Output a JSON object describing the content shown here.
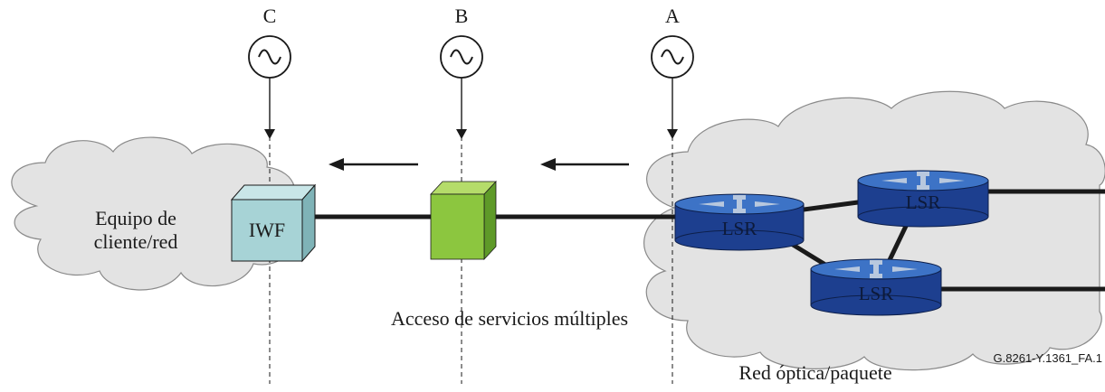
{
  "reference_points": [
    {
      "label": "C"
    },
    {
      "label": "B"
    },
    {
      "label": "A"
    }
  ],
  "client_cloud": {
    "line1": "Equipo de",
    "line2": "cliente/red"
  },
  "iwf": {
    "label": "IWF"
  },
  "msa": {
    "caption": "Acceso de servicios múltiples"
  },
  "network_cloud": {
    "caption": "Red óptica/paquete"
  },
  "routers": [
    {
      "label": "LSR"
    },
    {
      "label": "LSR"
    },
    {
      "label": "LSR"
    }
  ],
  "figure_id": "G.8261-Y.1361_FA.1",
  "colors": {
    "cloud_fill": "#e3e3e3",
    "cloud_stroke": "#8a8a8a",
    "iwf_front": "#a7d3d6",
    "iwf_top": "#c9e6e8",
    "iwf_side": "#7fb3b7",
    "msa_front": "#8cc63f",
    "msa_top": "#b5dc6a",
    "msa_side": "#5e9a28",
    "router_body": "#1d3f8f",
    "router_top": "#3d73c6",
    "line": "#1a1a1a"
  }
}
